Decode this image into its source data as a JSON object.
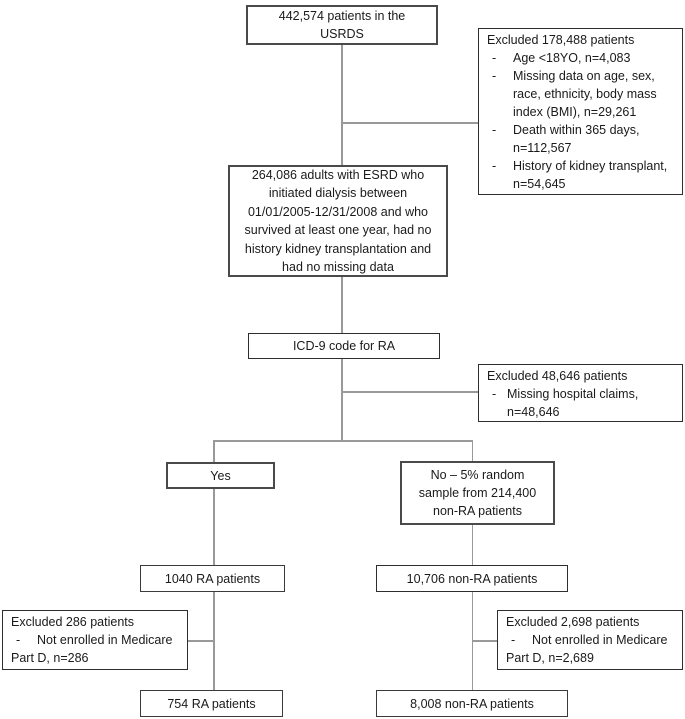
{
  "diagram": {
    "title": "Patient selection flowchart (USRDS RA study)",
    "colors": {
      "background": "#ffffff",
      "box_border": "#2e2e2e",
      "thick_box_border": "#4a4a4a",
      "connector": "#999999",
      "text": "#1a1a1a"
    },
    "boxes": {
      "usrds": {
        "text": "442,574 patients in the USRDS"
      },
      "excluded_initial": {
        "title": "Excluded 178,488 patients",
        "items": [
          "Age <18YO, n=4,083",
          "Missing data on age, sex, race, ethnicity, body mass index (BMI), n=29,261",
          "Death within 365 days, n=112,567",
          "History of kidney transplant, n=54,645"
        ]
      },
      "esrd_cohort": {
        "text": "264,086 adults with ESRD who initiated dialysis between 01/01/2005-12/31/2008 and who survived at least one year, had no history kidney transplantation and had no missing data"
      },
      "icd9": {
        "text": "ICD-9 code for RA"
      },
      "excluded_claims": {
        "title": "Excluded 48,646 patients",
        "items": [
          "Missing hospital claims, n=48,646"
        ]
      },
      "branch_yes": {
        "text": "Yes"
      },
      "branch_no": {
        "text": "No – 5% random sample from 214,400 non-RA patients"
      },
      "ra_cohort": {
        "text": "1040 RA patients"
      },
      "nonra_cohort": {
        "text": "10,706 non-RA patients"
      },
      "excluded_ra": {
        "title": "Excluded 286 patients",
        "bullet": "Not enrolled in Medicare",
        "tail": "Part D, n=286"
      },
      "excluded_nonra": {
        "title": "Excluded 2,698 patients",
        "bullet": "Not enrolled in Medicare",
        "tail": "Part D, n=2,689"
      },
      "ra_final": {
        "text": "754 RA patients"
      },
      "nonra_final": {
        "text": "8,008 non-RA patients"
      }
    }
  }
}
